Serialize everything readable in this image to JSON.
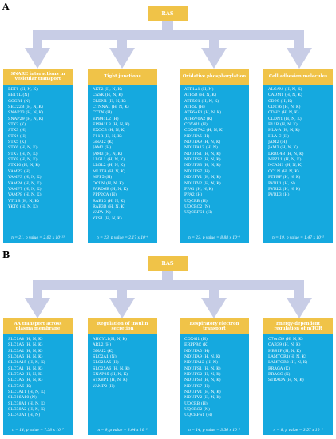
{
  "panel_a": {
    "letter": "A",
    "root": "RAS",
    "cards": [
      {
        "title": "SNARE interactions in vesicular transport",
        "items": [
          "BET1 (H, N, K)",
          "BET1L (N)",
          "GOSR1 (N)",
          "SEC22B (H, N, K)",
          "SNAP23 (H, N, K)",
          "SNAP29 (H, N, K)",
          "STX2 (K)",
          "STX3 (H)",
          "STX4 (H)",
          "STX5 (K)",
          "STX6 (H, N, K)",
          "STX7 (H, N, K)",
          "STX8 (H, N, K)",
          "STX10 (H, N, K)",
          "VAMP2 (H)",
          "VAMP3 (H, N, K)",
          "VAMP4 (H, N, K)",
          "VAMP7 (H, N, K)",
          "VAMP8 (H, N, K)",
          "VTI1B (H, N, K)",
          "YKT6 (H, N, K)"
        ],
        "stat": "n = 21, p value = 2.02 x 10⁻¹³"
      },
      {
        "title": "Tight junctions",
        "items": [
          "AKT2 (H, N, K)",
          "CASK (H, N, K)",
          "CLDN1 (H, N, K)",
          "CTNNA1 (H, N, K)",
          "CTTN (H)",
          "EPB41L2 (H)",
          "EPB41L3 (H, N, K)",
          "EXOC3 (H, N, K)",
          "F11R (H, N, K)",
          "GNAI2 (K)",
          "JAM2 (H)",
          "JAM3 (H, N, K)",
          "LLGL1 (H, N, K)",
          "LLGL2 (H, N, K)",
          "MLLT4 (H, N, K)",
          "MPP5 (H)",
          "OCLN (H, N, K)",
          "PARD6B (H, N, K)",
          "PPP2CA (H)",
          "RAB13 (H, N, K)",
          "RAB3B (H, N, K)",
          "VAPA (N)",
          "YES1 (H, N, K)"
        ],
        "stat": "n = 23, p value = 2.17 x 10⁻⁶"
      },
      {
        "title": "Oxidative phosphorylation",
        "items": [
          "ATP1A1 (H, N)",
          "ATP5B (H, N, K)",
          "ATP5C1 (H, N, K)",
          "ATP5L (H)",
          "ATP6AP1 (H, N, K)",
          "ATP6V0A2 (K)",
          "COX4I1 (H)",
          "COX4I7A2 (H, N, K)",
          "NDUFA5 (H)",
          "NDUFA9 (H, N, K)",
          "NDUFA12 (H, N)",
          "NDUFS1 (H, N, K)",
          "NDUFS2 (H, N, K)",
          "NDUFS3 (H, N, K)",
          "NDUFS7 (H)",
          "NDUFV1 (H, N, K)",
          "NDUFV2 (H, N, K)",
          "PPA1 (H, N, K)",
          "PPA2 (H)",
          "UQCRB (H)",
          "UQCRC2 (N)",
          "UQCRFS1 (H)"
        ],
        "stat": "n = 23, p value = 8.88 x 10⁻⁶"
      },
      {
        "title": "Cell adhesion molecules",
        "items": [
          "ALCAM (H, N, K)",
          "CADM1 (H, N, K)",
          "CD99 (H, K)",
          "CD276 (H, N, K)",
          "CDH2 (H, N, K)",
          "CLDN1 (H, N, K)",
          "F11R (H, N, K)",
          "HLA-A (H, N, K)",
          "HLA-C (H)",
          "JAM2 (H)",
          "JAM3 (H, N, K)",
          "LRRC4B (H, N, K)",
          "MPZL1 (H, N, K)",
          "NCAM1 (H, N, K)",
          "OCLN (H, N, K)",
          "PTPRF (H, N, K)",
          "PVRL1 (H, N)",
          "PVRL2 (H, N, K)",
          "PVRL3 (H)"
        ],
        "stat": "n = 19, p value = 1.47 x 10⁻⁵"
      }
    ]
  },
  "panel_b": {
    "letter": "B",
    "root": "RAS",
    "cards": [
      {
        "title": "AA transport across plasma membrane",
        "items": [
          "SLC1A4 (H, N, K)",
          "SLC1A5 (H, N, K)",
          "SLC3A2 (H, N, K)",
          "SLC6A6 (H, N, K)",
          "SLC6A15 (H, N, K)",
          "SLC7A1 (H, N, K)",
          "SLC7A2 (H, N, K)",
          "SLC7A5 (H, N, K)",
          "SLC7A6 (K)",
          "SLC7A11 (H, N, K)",
          "SLC16A10 (N)",
          "SLC38A1 (H, N, K)",
          "SLC38A2 (H, N, K)",
          "SLC43A1 (H, N)"
        ],
        "stat": "n = 14, p value = 7.58 x 10⁻⁷"
      },
      {
        "title": "Regulation of insulin secretion",
        "items": [
          "AHCYL1(H, N, K)",
          "ARL2 (H)",
          "GNAI2 (K)",
          "SLC2A1 (N)",
          "SLC25A5 (H)",
          "SLC25A6 (H, N, K)",
          "SNAP25 (H, N, K)",
          "STXBP1 (H, N, K)",
          "VAMP2 (H)"
        ],
        "stat": "n = 9, p value = 3.04 x 10⁻³"
      },
      {
        "title": "Respiratory electron transport",
        "items": [
          "COX4I1 (H)",
          "ERPPRC (K)",
          "NDUFA5 (H)",
          "NDUFA9 (H, N, K)",
          "NDUFA12 (H, N)",
          "NDUFS1 (H, N, K)",
          "NDUFS2 (H, N, K)",
          "NDUFS3 (H, N, K)",
          "NDUFS7 (H)",
          "NDUFV1 (H, N, K)",
          "NDUFV2 (H, N, K)",
          "UQCRB (H)",
          "UQCRC2 (N)",
          "UQCRFS1 (H)"
        ],
        "stat": "n = 14, p value = 3.56 x 10⁻⁵"
      },
      {
        "title": "Energy-dependent regulation of mTOR",
        "items": [
          "C7orf59 (H, N, K)",
          "CAB39 (H, N, K)",
          "HBS1P (H, N, K)",
          "LAMTOR1(H, N, K)",
          "LAMTOR2 (H, N, K)",
          "RRAGA (K)",
          "RRAGC (K)",
          "STRADA (H, N, K)"
        ],
        "stat": "n = 8, p value = 3.57 x 10⁻⁴"
      }
    ]
  },
  "colors": {
    "header": "#f0c348",
    "card": "#15a9df",
    "arrow": "#c8cde6"
  }
}
